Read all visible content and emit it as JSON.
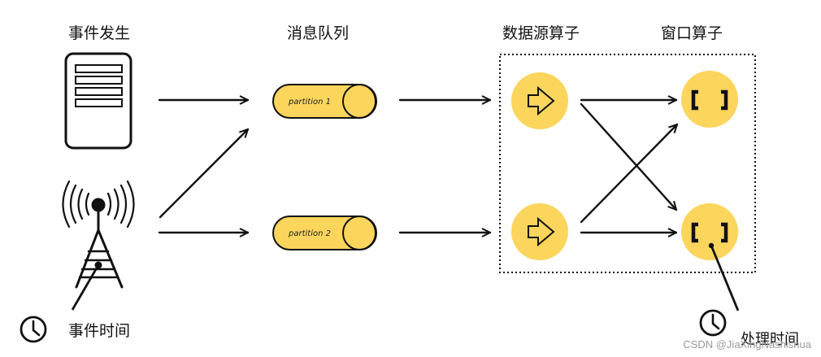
{
  "headings": {
    "event_occurrence": "事件发生",
    "message_queue": "消息队列",
    "source_operator": "数据源算子",
    "window_operator": "窗口算子"
  },
  "partitions": [
    "partition 1",
    "partition 2"
  ],
  "labels": {
    "event_time": "事件时间",
    "processing_time": "处理时间"
  },
  "watermark": "CSDN @JiaXingNashishua",
  "colors": {
    "accent": "#fcd55d",
    "stroke": "#111111"
  }
}
